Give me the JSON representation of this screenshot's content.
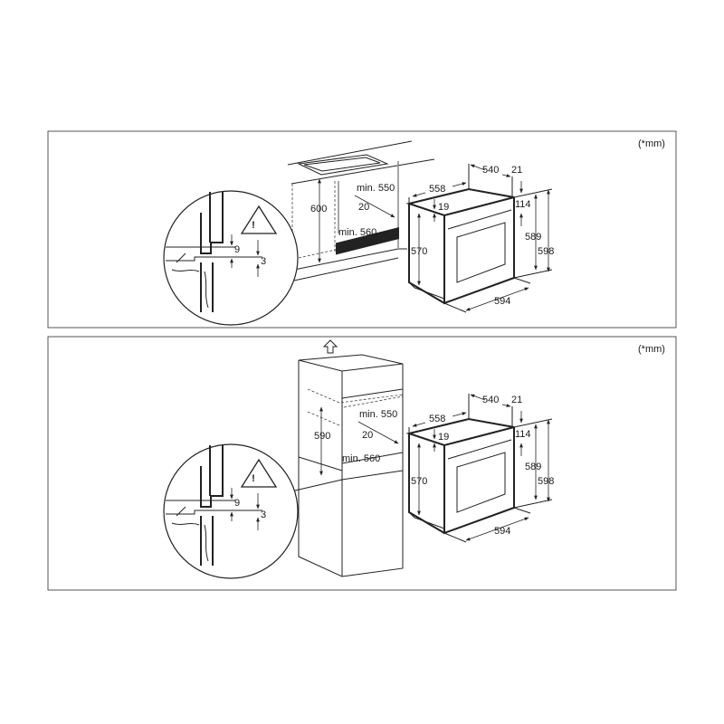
{
  "unit_label": "(*mm)",
  "oven": {
    "depth_total": "540",
    "door_thickness": "21",
    "side_depth": "558",
    "top_gap": "19",
    "panel_offset": "114",
    "body_height": "570",
    "front_height_inner": "589",
    "front_height": "598",
    "front_width": "594"
  },
  "panel_undercounter": {
    "niche_height": "600",
    "niche_depth": "min. 550",
    "rear_gap": "20",
    "niche_width": "min. 560"
  },
  "panel_column": {
    "niche_height": "590",
    "niche_depth": "min. 550",
    "rear_gap": "20",
    "niche_width": "min. 560"
  },
  "detail": {
    "gap_top": "9",
    "gap_bottom": "3",
    "warning_glyph": "!"
  },
  "icons": [
    "warning-triangle-icon",
    "up-arrow-icon"
  ]
}
